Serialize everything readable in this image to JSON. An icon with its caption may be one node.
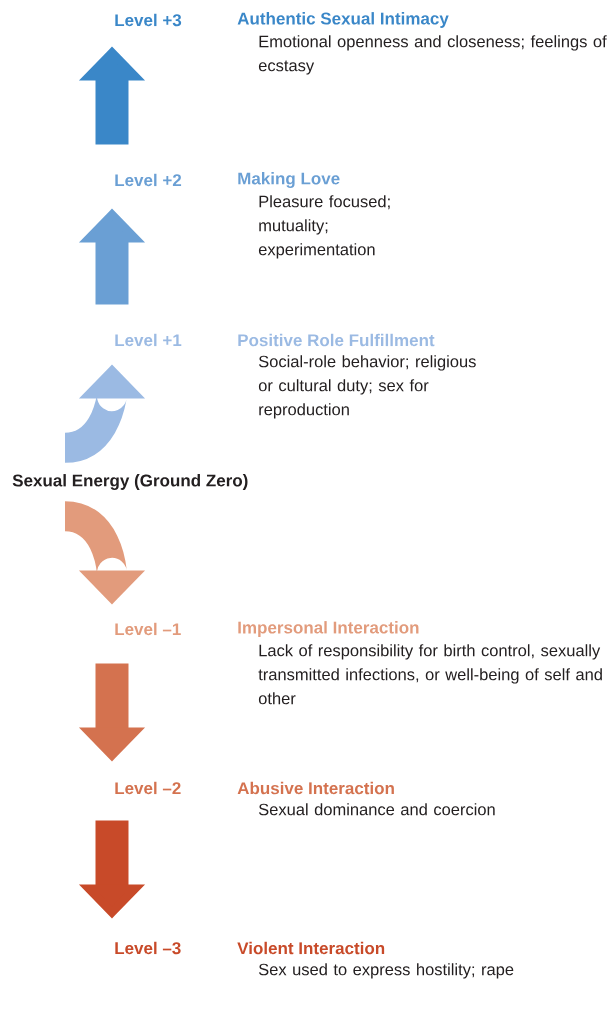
{
  "diagram": {
    "nodes": [
      {
        "text": [
          "Level +3"
        ],
        "beside": [
          "Authentic Sexual Intimacy",
          "Emotional openness and closeness; feelings of ecstasy"
        ]
      },
      {
        "text": [
          "Level +2"
        ],
        "beside": [
          "Making Love",
          "Pleasure focused; mutuality; experimentation"
        ]
      },
      {
        "text": [
          "Level +1"
        ],
        "beside": [
          "Positive Role Fulfillment",
          "Social-role behavior; religious or cultural duty; sex for reproduction"
        ]
      },
      {
        "text": [
          "Sexual Energy (Ground Zero)"
        ]
      },
      {
        "text": [
          "Level –1"
        ],
        "beside": [
          "Impersonal Interaction",
          "Lack of responsibility for birth control, sexually transmitted infections, or well-being of self and other"
        ]
      },
      {
        "text": [
          "Level –2"
        ],
        "beside": [
          "Abusive Interaction",
          "Sexual dominance and coercion"
        ]
      },
      {
        "text": [
          "Level –3"
        ],
        "beside": [
          "Violent Interaction",
          "Sex used to express hostility; rape"
        ]
      }
    ],
    "edges": [
      {
        "from": 1,
        "to": 0,
        "arrow": "to",
        "color": "#3a87c8"
      },
      {
        "from": 2,
        "to": 1,
        "arrow": "to",
        "color": "#6a9fd4"
      },
      {
        "from": 3,
        "to": 2,
        "arrow": "to",
        "color": "#9bbae3"
      },
      {
        "from": 3,
        "to": 4,
        "arrow": "to",
        "color": "#e29b7c"
      },
      {
        "from": 4,
        "to": 5,
        "arrow": "to",
        "color": "#d4724f"
      },
      {
        "from": 5,
        "to": 6,
        "arrow": "to",
        "color": "#c84a29"
      }
    ]
  }
}
